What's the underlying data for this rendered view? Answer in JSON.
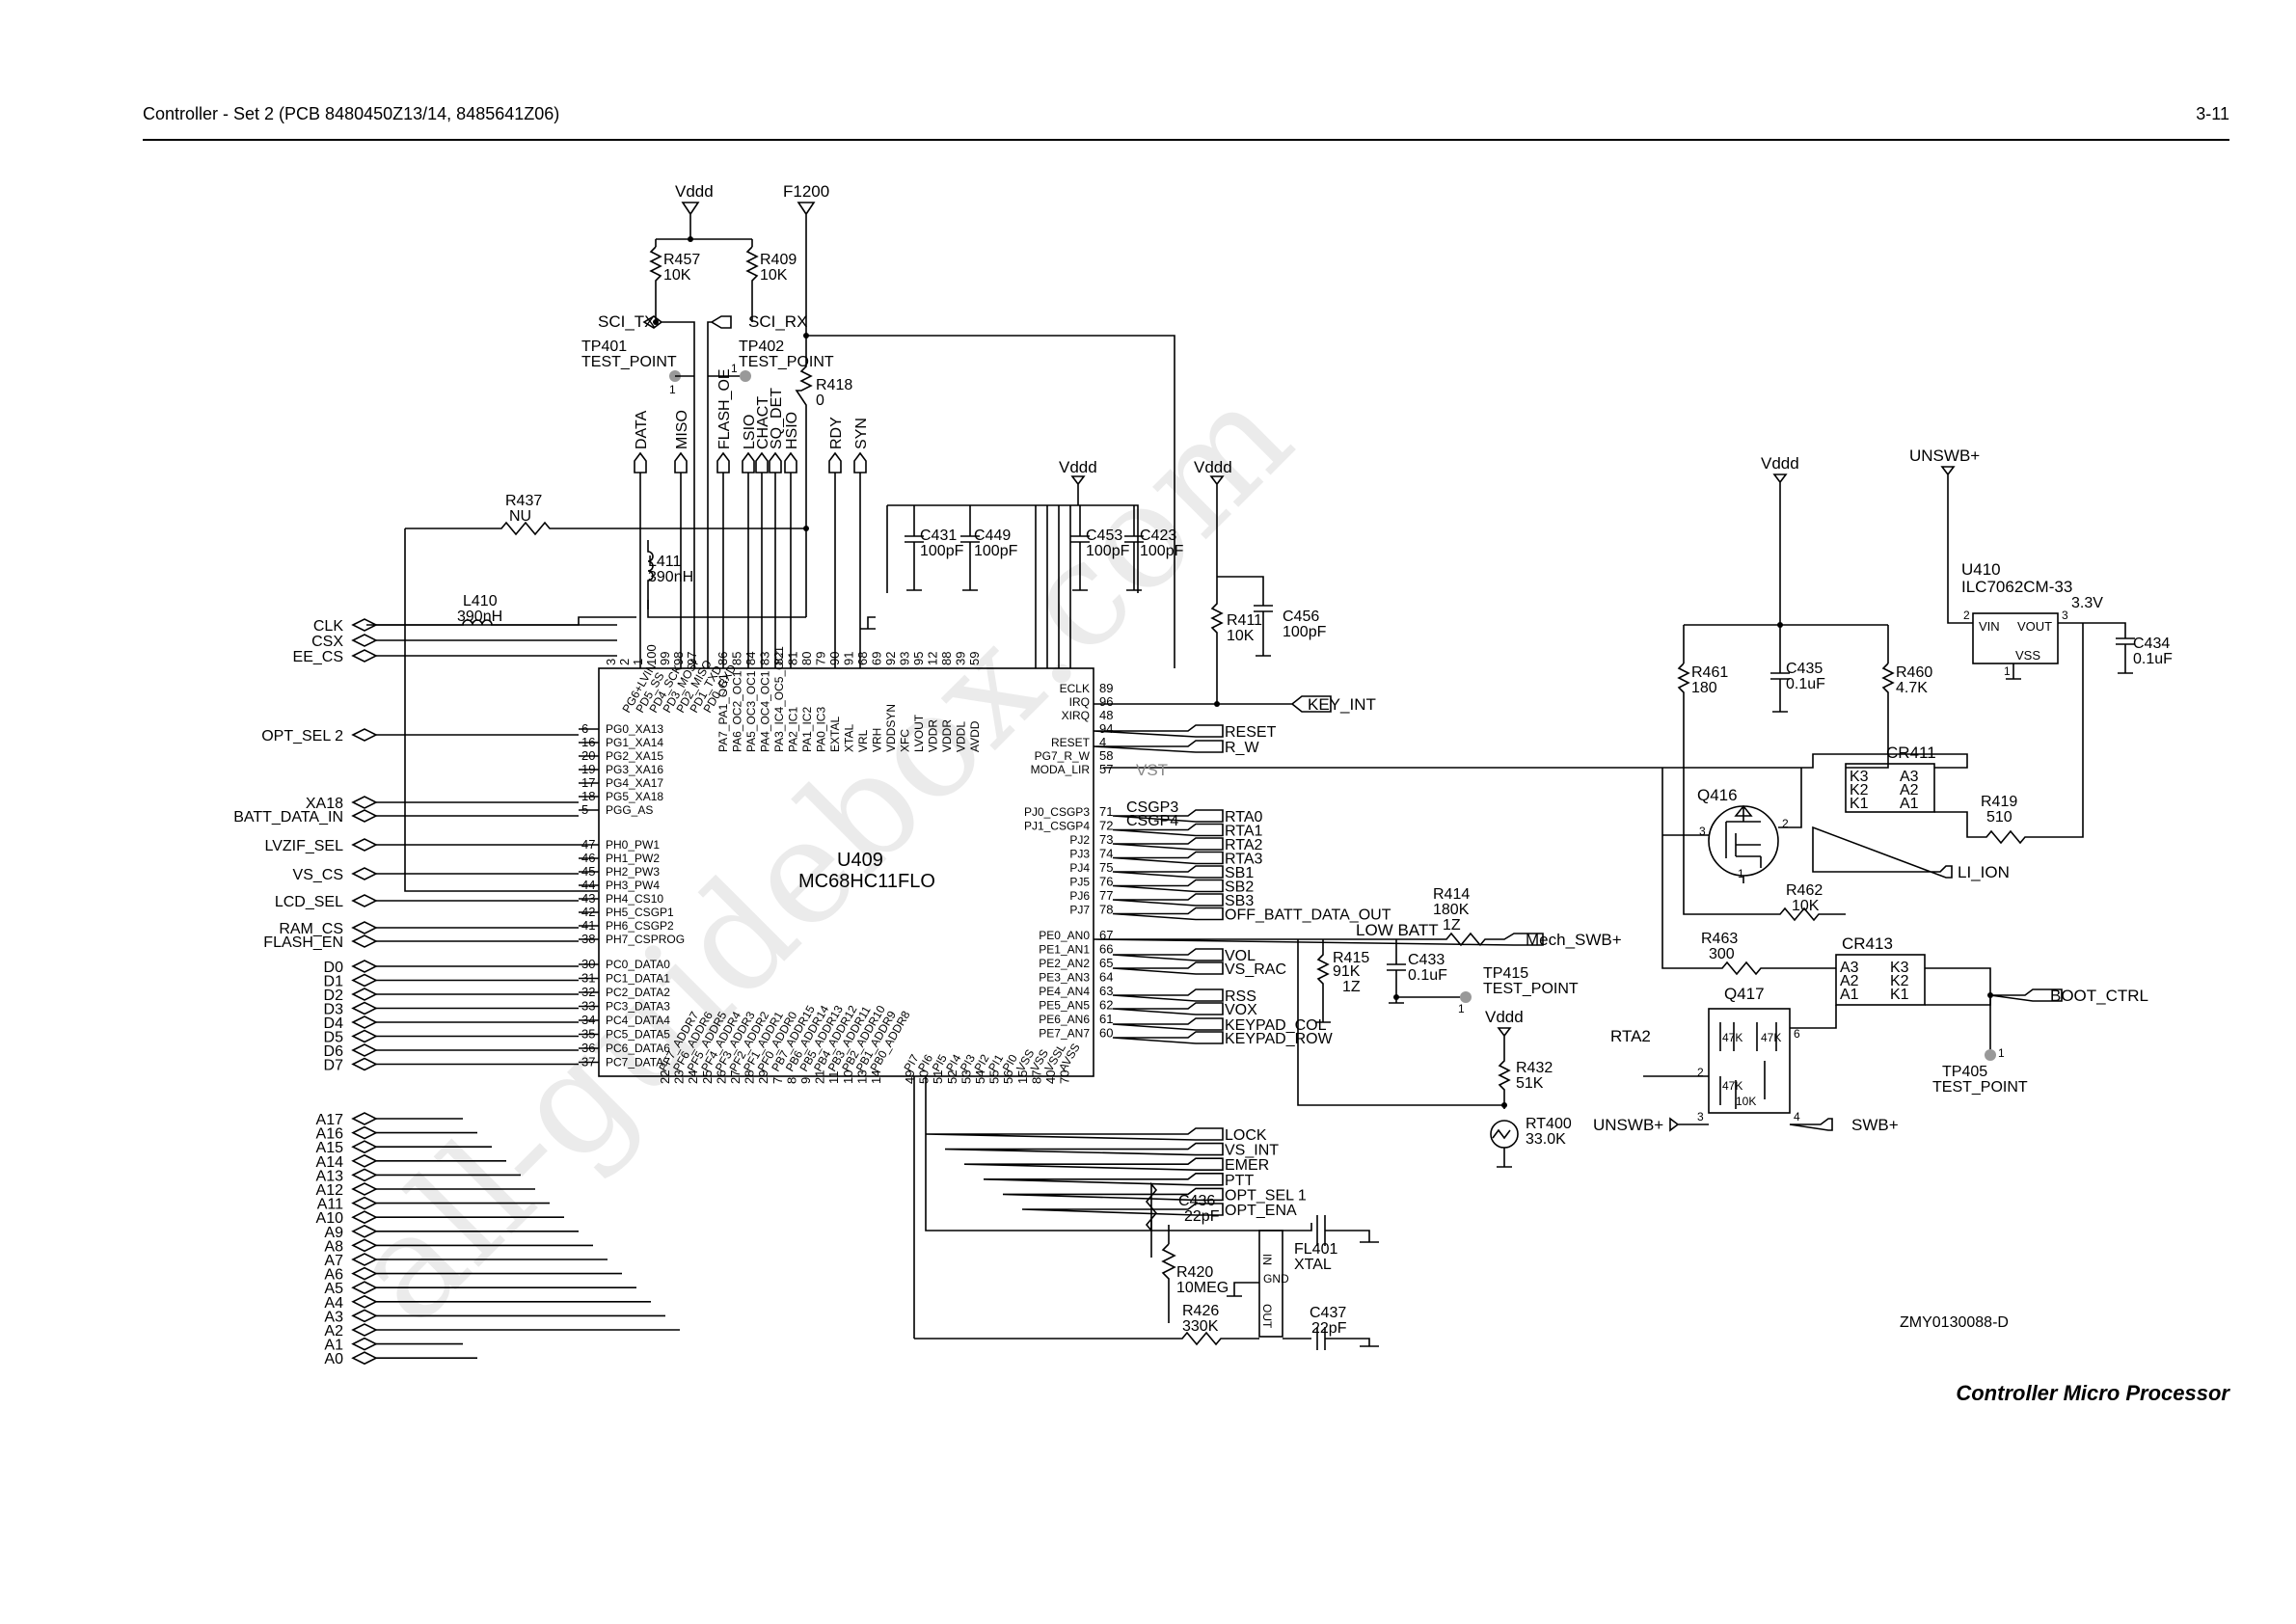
{
  "header": {
    "title": "Controller - Set 2 (PCB 8480450Z13/14, 8485641Z06)",
    "page": "3-11"
  },
  "caption": "Controller Micro Processor",
  "drawing_id": "ZMY0130088-D",
  "watermark": "all-guidebox.com",
  "mcu": {
    "ref": "U409",
    "part": "MC68HC11FLO",
    "left_pins": [
      {
        "num": "3",
        "name": "PG6+LVIN"
      },
      {
        "num": "2",
        "name": "PD5_SS"
      },
      {
        "num": "1",
        "name": "PD4_SCK"
      },
      {
        "num": "100",
        "name": "PD3_MOSI"
      },
      {
        "num": "99",
        "name": "PD2_MISO"
      },
      {
        "num": "98",
        "name": "PD1_TXD"
      },
      {
        "num": "97",
        "name": "PD0_RXD"
      }
    ],
    "g_pins": [
      {
        "num": "6",
        "name": "PG0_XA13"
      },
      {
        "num": "16",
        "name": "PG1_XA14"
      },
      {
        "num": "20",
        "name": "PG2_XA15"
      },
      {
        "num": "19",
        "name": "PG3_XA16"
      },
      {
        "num": "17",
        "name": "PG4_XA17"
      },
      {
        "num": "18",
        "name": "PG5_XA18"
      },
      {
        "num": "5",
        "name": "PGG_AS"
      }
    ],
    "h_pins": [
      {
        "num": "47",
        "name": "PH0_PW1"
      },
      {
        "num": "46",
        "name": "PH1_PW2"
      },
      {
        "num": "45",
        "name": "PH2_PW3"
      },
      {
        "num": "44",
        "name": "PH3_PW4"
      },
      {
        "num": "43",
        "name": "PH4_CS10"
      },
      {
        "num": "42",
        "name": "PH5_CSGP1"
      },
      {
        "num": "41",
        "name": "PH6_CSGP2"
      },
      {
        "num": "38",
        "name": "PH7_CSPROG"
      }
    ],
    "c_pins": [
      {
        "num": "30",
        "name": "PC0_DATA0"
      },
      {
        "num": "31",
        "name": "PC1_DATA1"
      },
      {
        "num": "32",
        "name": "PC2_DATA2"
      },
      {
        "num": "33",
        "name": "PC3_DATA3"
      },
      {
        "num": "34",
        "name": "PC4_DATA4"
      },
      {
        "num": "35",
        "name": "PC5_DATA5"
      },
      {
        "num": "36",
        "name": "PC6_DATA6"
      },
      {
        "num": "37",
        "name": "PC7_DATA7"
      }
    ],
    "top_pins": [
      {
        "num": "86",
        "name": "PA7_PA1_OC1"
      },
      {
        "num": "85",
        "name": "PA6_OC2_OC1"
      },
      {
        "num": "84",
        "name": "PA5_OC3_OC1"
      },
      {
        "num": "83",
        "name": "PA4_OC4_OC1"
      },
      {
        "num": "82",
        "name": "PA3_IC4_OC5_OC1"
      },
      {
        "num": "81",
        "name": "PA2_IC1"
      },
      {
        "num": "80",
        "name": "PA1_IC2"
      },
      {
        "num": "79",
        "name": "PA0_IC3"
      },
      {
        "num": "90",
        "name": "EXTAL"
      },
      {
        "num": "91",
        "name": "XTAL"
      },
      {
        "num": "68",
        "name": "VRL"
      },
      {
        "num": "69",
        "name": "VRH"
      },
      {
        "num": "92",
        "name": "VDDSYN"
      },
      {
        "num": "93",
        "name": "XFC"
      },
      {
        "num": "95",
        "name": "LVOUT"
      },
      {
        "num": "12",
        "name": "VDDR"
      },
      {
        "num": "88",
        "name": "VDDR"
      },
      {
        "num": "39",
        "name": "VDDL"
      },
      {
        "num": "59",
        "name": "AVDD"
      }
    ],
    "right_top_pins": [
      {
        "num": "89",
        "name": "ECLK"
      },
      {
        "num": "96",
        "name": "IRQ"
      },
      {
        "num": "48",
        "name": "XIRQ"
      },
      {
        "num": "94",
        "name": ""
      },
      {
        "num": "4",
        "name": "RESET"
      },
      {
        "num": "58",
        "name": "PG7_R_W"
      },
      {
        "num": "57",
        "name": "MODA_LIR"
      }
    ],
    "j_pins": [
      {
        "num": "71",
        "name": "PJ0_CSGP3"
      },
      {
        "num": "72",
        "name": "PJ1_CSGP4"
      },
      {
        "num": "73",
        "name": "PJ2"
      },
      {
        "num": "74",
        "name": "PJ3"
      },
      {
        "num": "75",
        "name": "PJ4"
      },
      {
        "num": "76",
        "name": "PJ5"
      },
      {
        "num": "77",
        "name": "PJ6"
      },
      {
        "num": "78",
        "name": "PJ7"
      }
    ],
    "e_pins": [
      {
        "num": "67",
        "name": "PE0_AN0"
      },
      {
        "num": "66",
        "name": "PE1_AN1"
      },
      {
        "num": "65",
        "name": "PE2_AN2"
      },
      {
        "num": "64",
        "name": "PE3_AN3"
      },
      {
        "num": "63",
        "name": "PE4_AN4"
      },
      {
        "num": "62",
        "name": "PE5_AN5"
      },
      {
        "num": "61",
        "name": "PE6_AN6"
      },
      {
        "num": "60",
        "name": "PE7_AN7"
      }
    ],
    "bottom_pins": [
      {
        "num": "22",
        "name": "PF7_ADDR7"
      },
      {
        "num": "23",
        "name": "PF6_ADDR6"
      },
      {
        "num": "24",
        "name": "PF5_ADDR5"
      },
      {
        "num": "25",
        "name": "PF4_ADDR4"
      },
      {
        "num": "26",
        "name": "PF3_ADDR3"
      },
      {
        "num": "27",
        "name": "PF2_ADDR2"
      },
      {
        "num": "28",
        "name": "PF1_ADDR1"
      },
      {
        "num": "29",
        "name": "PF0_ADDR0"
      },
      {
        "num": "7",
        "name": "PB7_ADDR15"
      },
      {
        "num": "8",
        "name": "PB6_ADDR14"
      },
      {
        "num": "9",
        "name": "PB5_ADDR13"
      },
      {
        "num": "21",
        "name": "PB4_ADDR12"
      },
      {
        "num": "11",
        "name": "PB3_ADDR11"
      },
      {
        "num": "10",
        "name": "PB2_ADDR10"
      },
      {
        "num": "13",
        "name": "PB1_ADDR9"
      },
      {
        "num": "14",
        "name": "PB0_ADDR8"
      },
      {
        "num": "49",
        "name": "PI7"
      },
      {
        "num": "50",
        "name": "PI6"
      },
      {
        "num": "51",
        "name": "PI5"
      },
      {
        "num": "52",
        "name": "PI4"
      },
      {
        "num": "53",
        "name": "PI3"
      },
      {
        "num": "54",
        "name": "PI2"
      },
      {
        "num": "55",
        "name": "PI1"
      },
      {
        "num": "56",
        "name": "PI0"
      },
      {
        "num": "15",
        "name": "VSS"
      },
      {
        "num": "87",
        "name": "VSS"
      },
      {
        "num": "40",
        "name": "VSSL"
      },
      {
        "num": "70",
        "name": "AVSS"
      }
    ]
  },
  "left_nets": {
    "clk_group": [
      "CLK",
      "CSX",
      "EE_CS"
    ],
    "opt_sel2": "OPT_SEL 2",
    "g_nets": [
      "XA18",
      "BATT_DATA_IN"
    ],
    "h_nets": [
      "LVZIF_SEL",
      "VS_CS",
      "LCD_SEL",
      "RAM_CS",
      "FLASH_EN"
    ],
    "data": [
      "D0",
      "D1",
      "D2",
      "D3",
      "D4",
      "D5",
      "D6",
      "D7"
    ],
    "addr": [
      "A17",
      "A16",
      "A15",
      "A14",
      "A13",
      "A12",
      "A11",
      "A10",
      "A9",
      "A8",
      "A7",
      "A6",
      "A5",
      "A4",
      "A3",
      "A2",
      "A1",
      "A0"
    ]
  },
  "top_nets": {
    "vddd": "Vddd",
    "f1200": "F1200",
    "sci_tx": "SCI_TX",
    "sci_rx": "SCI_RX",
    "tp401": {
      "ref": "TP401",
      "part": "TEST_POINT",
      "pin": "1"
    },
    "tp402": {
      "ref": "TP402",
      "part": "TEST_POINT",
      "pin": "1"
    },
    "vertical": [
      "DATA",
      "MISO",
      "FLASH_OE",
      "LSIO",
      "CHACT",
      "SQ_DET",
      "HSIO",
      "RDY",
      "SYN"
    ]
  },
  "right_nets": {
    "key_int": "KEY_INT",
    "reset": "RESET",
    "r_w": "R_W",
    "vst": "VST",
    "csgp": [
      "CSGP3",
      "CSGP4"
    ],
    "j_nets": [
      "RTA0",
      "RTA1",
      "RTA2",
      "RTA3",
      "SB1",
      "SB2",
      "SB3",
      "OFF_BATT_DATA_OUT"
    ],
    "low_batt": "LOW BATT",
    "mech_swb": "Mech_SWB+",
    "e_nets": [
      "VOL",
      "VS_RAC",
      "RSS",
      "VOX",
      "KEYPAD_COL",
      "KEYPAD_ROW"
    ],
    "i_nets": [
      "LOCK",
      "VS_INT",
      "EMER",
      "PTT",
      "OPT_SEL 1",
      "OPT_ENA"
    ]
  },
  "components": {
    "R457": {
      "ref": "R457",
      "value": "10K"
    },
    "R409": {
      "ref": "R409",
      "value": "10K"
    },
    "R418": {
      "ref": "R418",
      "value": "0"
    },
    "R437": {
      "ref": "R437",
      "value": "NU"
    },
    "L411": {
      "ref": "L411",
      "value": "390nH"
    },
    "L410": {
      "ref": "L410",
      "value": "390nH"
    },
    "C431": {
      "ref": "C431",
      "value": "100pF"
    },
    "C449": {
      "ref": "C449",
      "value": "100pF"
    },
    "C453": {
      "ref": "C453",
      "value": "100pF"
    },
    "C423": {
      "ref": "C423",
      "value": "100pF"
    },
    "R411": {
      "ref": "R411",
      "value": "10K"
    },
    "C456": {
      "ref": "C456",
      "value": "100pF"
    },
    "R414": {
      "ref": "R414",
      "value": "180K",
      "tol": "1Z"
    },
    "R415": {
      "ref": "R415",
      "value": "91K",
      "tol": "1Z"
    },
    "C433": {
      "ref": "C433",
      "value": "0.1uF"
    },
    "TP415": {
      "ref": "TP415",
      "part": "TEST_POINT",
      "pin": "1"
    },
    "R432": {
      "ref": "R432",
      "value": "51K"
    },
    "RT400": {
      "ref": "RT400",
      "value": "33.0K"
    },
    "C436": {
      "ref": "C436",
      "value": "22pF"
    },
    "C437": {
      "ref": "C437",
      "value": "22pF"
    },
    "R420": {
      "ref": "R420",
      "value": "10MEG"
    },
    "R426": {
      "ref": "R426",
      "value": "330K"
    },
    "FL401": {
      "ref": "FL401",
      "part": "XTAL",
      "pins": {
        "in": "IN",
        "gnd": "GND",
        "out": "OUT"
      }
    },
    "U410": {
      "ref": "U410",
      "part": "ILC7062CM-33",
      "vout_level": "3.3V",
      "pins": {
        "vin": "VIN",
        "vout": "VOUT",
        "vss": "VSS"
      }
    },
    "C434": {
      "ref": "C434",
      "value": "0.1uF"
    },
    "C435": {
      "ref": "C435",
      "value": "0.1uF"
    },
    "R461": {
      "ref": "R461",
      "value": "180"
    },
    "R460": {
      "ref": "R460",
      "value": "4.7K"
    },
    "CR411": {
      "ref": "CR411",
      "pins": [
        "K3",
        "K2",
        "K1",
        "A3",
        "A2",
        "A1"
      ]
    },
    "Q416": {
      "ref": "Q416"
    },
    "R419": {
      "ref": "R419",
      "value": "510"
    },
    "R462": {
      "ref": "R462",
      "value": "10K"
    },
    "R463": {
      "ref": "R463",
      "value": "300"
    },
    "CR413": {
      "ref": "CR413",
      "pins": [
        "A3",
        "A2",
        "A1",
        "K3",
        "K2",
        "K1"
      ]
    },
    "Q417": {
      "ref": "Q417",
      "res": [
        "47K",
        "47K",
        "47K",
        "10K"
      ]
    },
    "TP405": {
      "ref": "TP405",
      "part": "TEST_POINT",
      "pin": "1"
    }
  },
  "power_nets": {
    "vddd": "Vddd",
    "unswb": "UNSWB+",
    "li_ion": "LI_ION",
    "boot_ctrl": "BOOT_CTRL",
    "swb": "SWB+",
    "rta2": "RTA2"
  }
}
